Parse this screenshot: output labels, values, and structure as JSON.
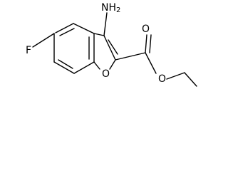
{
  "structure": {
    "labels": {
      "amino": "NH2",
      "amino_main": "NH",
      "amino_sub": "2",
      "fluoro": "F",
      "ring_oxygen": "O",
      "carbonyl_oxygen": "O",
      "ester_oxygen": "O"
    }
  },
  "colors": {
    "bond": "#000000",
    "text": "#000000",
    "background": "#ffffff"
  }
}
